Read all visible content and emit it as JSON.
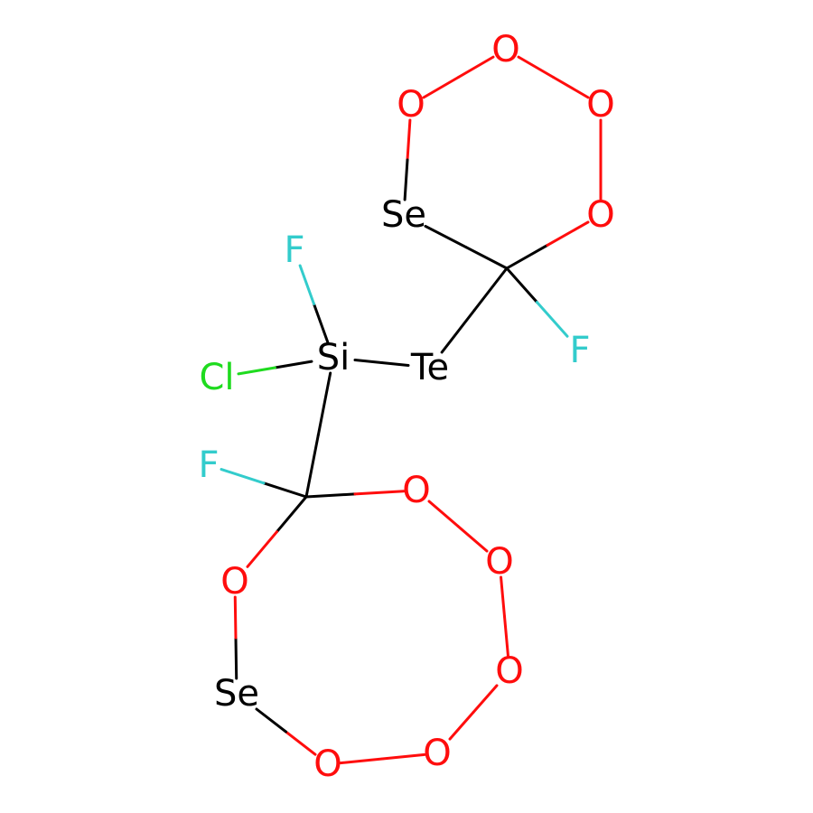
{
  "colors": {
    "carbon": "#000000",
    "oxygen": "#ff0d0d",
    "fluorine": "#33cccc",
    "chlorine": "#1fdb1f",
    "heavy": "#000000"
  },
  "atoms": [
    {
      "id": "si",
      "label": "Si",
      "element": "heavy"
    },
    {
      "id": "cl",
      "label": "Cl",
      "element": "chlorine"
    },
    {
      "id": "f-si",
      "label": "F",
      "element": "fluorine"
    },
    {
      "id": "te",
      "label": "Te",
      "element": "heavy"
    },
    {
      "id": "c-top",
      "label": "",
      "element": "carbon"
    },
    {
      "id": "f-top",
      "label": "F",
      "element": "fluorine"
    },
    {
      "id": "o-top-1",
      "label": "O",
      "element": "oxygen"
    },
    {
      "id": "o-top-2",
      "label": "O",
      "element": "oxygen"
    },
    {
      "id": "o-top-3",
      "label": "O",
      "element": "oxygen"
    },
    {
      "id": "o-top-4",
      "label": "O",
      "element": "oxygen"
    },
    {
      "id": "se-top",
      "label": "Se",
      "element": "heavy"
    },
    {
      "id": "c-bot",
      "label": "",
      "element": "carbon"
    },
    {
      "id": "f-bot",
      "label": "F",
      "element": "fluorine"
    },
    {
      "id": "o-bot-1",
      "label": "O",
      "element": "oxygen"
    },
    {
      "id": "o-bot-2",
      "label": "O",
      "element": "oxygen"
    },
    {
      "id": "o-bot-3",
      "label": "O",
      "element": "oxygen"
    },
    {
      "id": "o-bot-4",
      "label": "O",
      "element": "oxygen"
    },
    {
      "id": "o-bot-5",
      "label": "O",
      "element": "oxygen"
    },
    {
      "id": "o-bot-6",
      "label": "O",
      "element": "oxygen"
    },
    {
      "id": "se-bot",
      "label": "Se",
      "element": "heavy"
    }
  ],
  "bonds": [
    [
      "si",
      "cl"
    ],
    [
      "si",
      "f-si"
    ],
    [
      "si",
      "te"
    ],
    [
      "si",
      "c-bot"
    ],
    [
      "te",
      "c-top"
    ],
    [
      "c-top",
      "f-top"
    ],
    [
      "c-top",
      "o-top-1"
    ],
    [
      "c-top",
      "se-top"
    ],
    [
      "o-top-1",
      "o-top-2"
    ],
    [
      "o-top-2",
      "o-top-3"
    ],
    [
      "o-top-3",
      "o-top-4"
    ],
    [
      "o-top-4",
      "se-top"
    ],
    [
      "c-bot",
      "f-bot"
    ],
    [
      "c-bot",
      "o-bot-1"
    ],
    [
      "c-bot",
      "o-bot-6"
    ],
    [
      "o-bot-1",
      "o-bot-2"
    ],
    [
      "o-bot-2",
      "o-bot-3"
    ],
    [
      "o-bot-3",
      "o-bot-4"
    ],
    [
      "o-bot-4",
      "o-bot-5"
    ],
    [
      "o-bot-5",
      "se-bot"
    ],
    [
      "se-bot",
      "o-bot-6"
    ]
  ]
}
